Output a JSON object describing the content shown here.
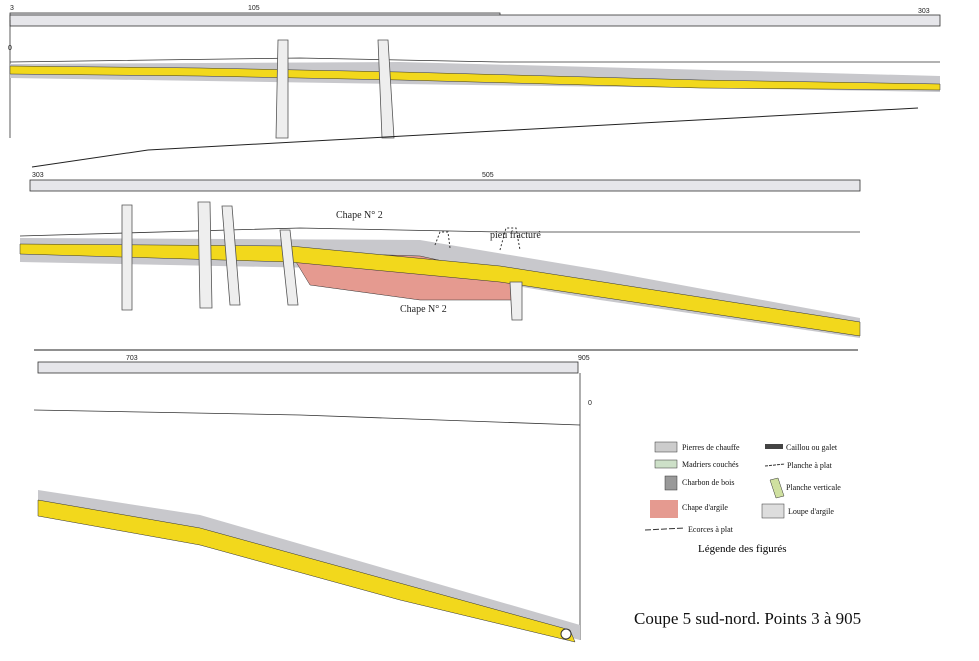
{
  "sections": [
    {
      "ticks": {
        "start": "3",
        "mid": "105",
        "end": "303",
        "zero": "0"
      }
    },
    {
      "ticks": {
        "start": "303",
        "mid": "505"
      },
      "labels": {
        "chape_top": "Chape N° 2",
        "pieu": "pieu fracturé",
        "chape_bottom": "Chape N° 2"
      }
    },
    {
      "ticks": {
        "start": "703",
        "end": "905",
        "zero": "0"
      }
    }
  ],
  "legend": {
    "title": "Légende des figurés",
    "items": [
      "Pierres de chauffe",
      "Madriers couchés",
      "Charbon de bois",
      "Chape d'argile",
      "Ecorces à plat",
      "Caillou ou galet",
      "Planche à plat",
      "Planche verticale",
      "Loupe d'argile"
    ]
  },
  "title": "Coupe 5 sud-nord. Points 3 à 905",
  "colors": {
    "clay_yellow": "#f2d81c",
    "chape_red": "#e59a90",
    "gray": "#c8c8cc"
  }
}
